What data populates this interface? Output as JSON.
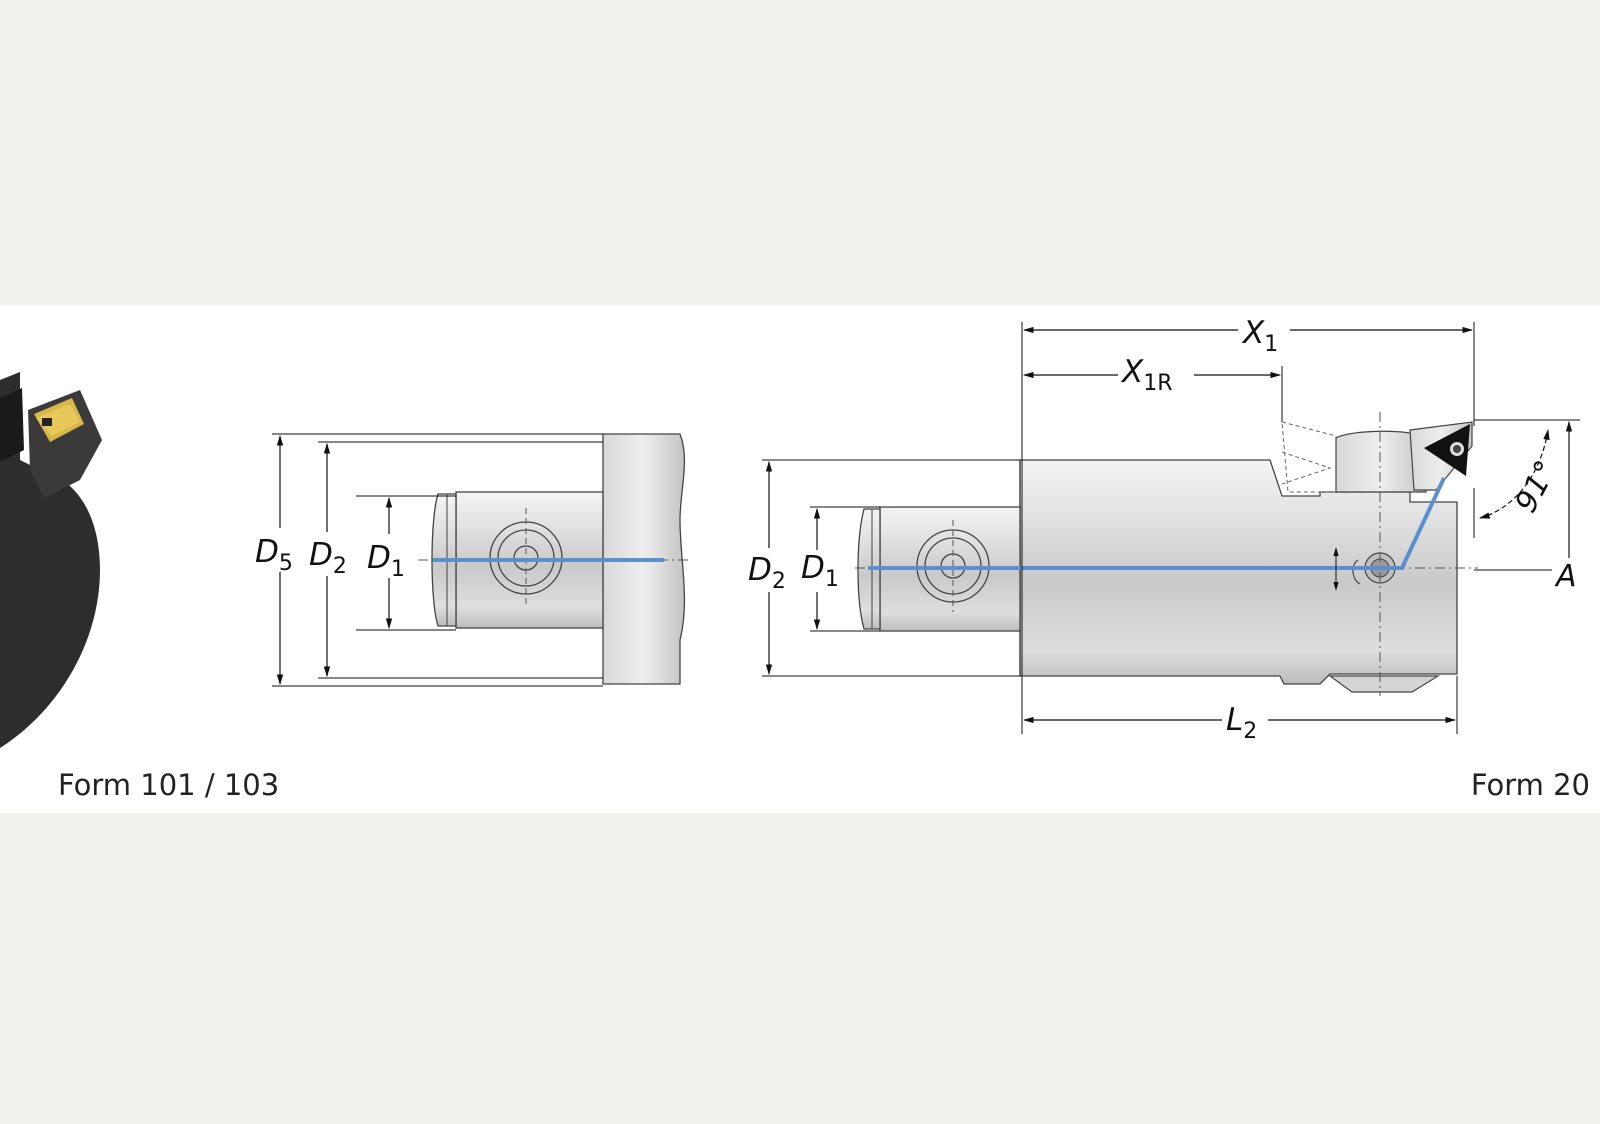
{
  "captions": {
    "left": "Form 101 / 103",
    "right": "Form 20"
  },
  "dims": {
    "d5": "D",
    "d5_sub": "5",
    "d2": "D",
    "d2_sub": "2",
    "d1": "D",
    "d1_sub": "1",
    "d2b": "D",
    "d2b_sub": "2",
    "d1b": "D",
    "d1b_sub": "1",
    "x1": "X",
    "x1_sub": "1",
    "x1r": "X",
    "x1r_sub": "1R",
    "l2": "L",
    "l2_sub": "2",
    "angle": "91°",
    "a": "A"
  },
  "colors": {
    "page_bg": "#f2f1ec",
    "panel_bg": "#ffffff",
    "coolant_line": "#5b8fd0",
    "tool_body": "#cfcfcf",
    "dark_part": "#2b2b2b"
  }
}
